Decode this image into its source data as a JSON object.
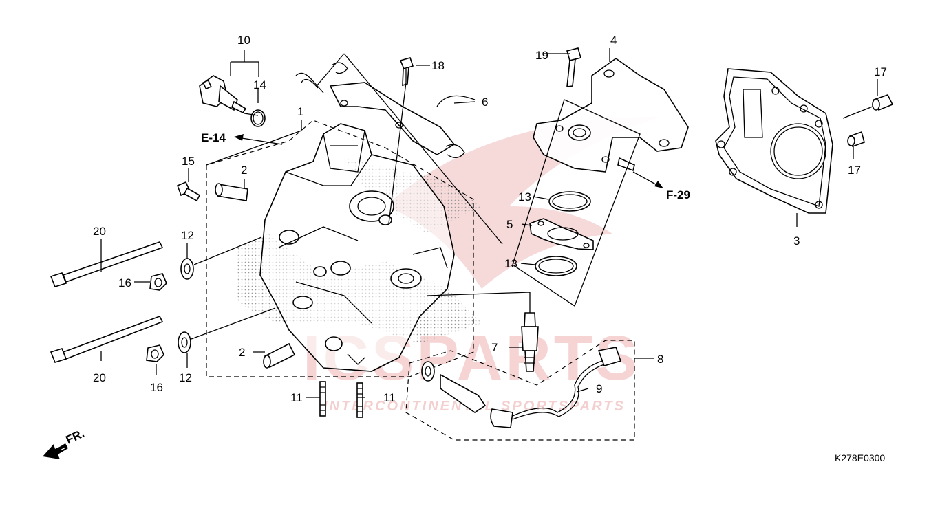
{
  "labels": {
    "p1": "1",
    "p2a": "2",
    "p2b": "2",
    "p3": "3",
    "p4": "4",
    "p5": "5",
    "p6": "6",
    "p7": "7",
    "p8": "8",
    "p9": "9",
    "p10": "10",
    "p11a": "11",
    "p11b": "11",
    "p12a": "12",
    "p12b": "12",
    "p13a": "13",
    "p13b": "13",
    "p14": "14",
    "p15": "15",
    "p16a": "16",
    "p16b": "16",
    "p17a": "17",
    "p17b": "17",
    "p18": "18",
    "p19": "19",
    "p20a": "20",
    "p20b": "20"
  },
  "references": {
    "e14": "E-14",
    "f29": "F-29"
  },
  "front_marker": "FR.",
  "diagram_code": "K278E0300",
  "watermark": {
    "brand": "ICSPARTS",
    "tagline": "INTERCONTINENTAL SPORTSPARTS"
  },
  "colors": {
    "line": "#000000",
    "watermark": "#f2caca"
  }
}
